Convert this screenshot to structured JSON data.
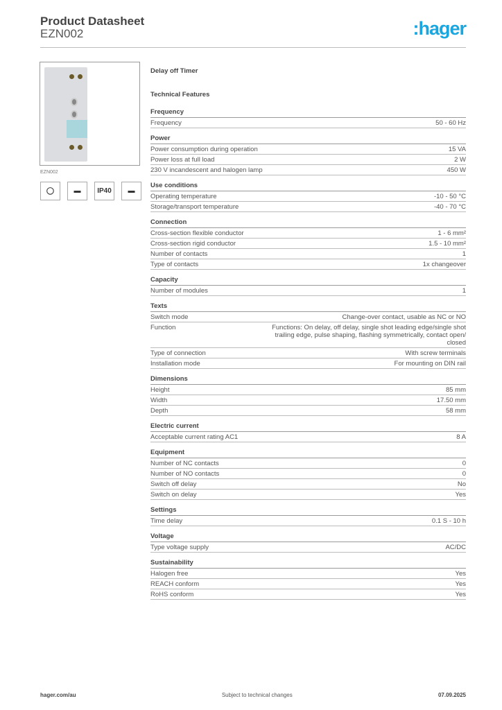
{
  "header": {
    "title": "Product Datasheet",
    "code": "EZN002",
    "logo": ":hager",
    "brand_color": "#1aa6df"
  },
  "image": {
    "caption": "EZN002"
  },
  "badges": [
    {
      "icon": "lamp-icon"
    },
    {
      "icon": "screw-terminal-icon"
    },
    {
      "label": "IP40"
    },
    {
      "icon": "din-rail-icon"
    }
  ],
  "product_name": "Delay off Timer",
  "features_title": "Technical Features",
  "sections": [
    {
      "title": "Frequency",
      "rows": [
        [
          "Frequency",
          "50 - 60 Hz"
        ]
      ]
    },
    {
      "title": "Power",
      "rows": [
        [
          "Power consumption during operation",
          "15 VA"
        ],
        [
          "Power loss at full load",
          "2 W"
        ],
        [
          "230 V incandescent and halogen lamp",
          "450 W"
        ]
      ]
    },
    {
      "title": "Use conditions",
      "rows": [
        [
          "Operating temperature",
          "-10 - 50 °C"
        ],
        [
          "Storage/transport temperature",
          "-40 - 70 °C"
        ]
      ]
    },
    {
      "title": "Connection",
      "rows": [
        [
          "Cross-section flexible conductor",
          "1 - 6 mm²"
        ],
        [
          "Cross-section rigid conductor",
          "1.5 - 10 mm²"
        ],
        [
          "Number of contacts",
          "1"
        ],
        [
          "Type of contacts",
          "1x changeover"
        ]
      ]
    },
    {
      "title": "Capacity",
      "rows": [
        [
          "Number of modules",
          "1"
        ]
      ]
    },
    {
      "title": "Texts",
      "rows": [
        [
          "Switch mode",
          "Change-over contact, usable as NC or NO"
        ],
        [
          "Function",
          "Functions: On delay, off delay, single shot leading edge/single shot trailing edge, pulse shaping, flashing symmetrically, contact open/ closed"
        ],
        [
          "Type of connection",
          "With screw terminals"
        ],
        [
          "Installation mode",
          "For mounting on DIN rail"
        ]
      ]
    },
    {
      "title": "Dimensions",
      "rows": [
        [
          "Height",
          "85 mm"
        ],
        [
          "Width",
          "17.50 mm"
        ],
        [
          "Depth",
          "58 mm"
        ]
      ]
    },
    {
      "title": "Electric current",
      "rows": [
        [
          "Acceptable current rating AC1",
          "8 A"
        ]
      ]
    },
    {
      "title": "Equipment",
      "rows": [
        [
          "Number of NC contacts",
          "0"
        ],
        [
          "Number of NO contacts",
          "0"
        ],
        [
          "Switch off delay",
          "No"
        ],
        [
          "Switch on delay",
          "Yes"
        ]
      ]
    },
    {
      "title": "Settings",
      "rows": [
        [
          "Time delay",
          "0.1 S - 10 h"
        ]
      ]
    },
    {
      "title": "Voltage",
      "rows": [
        [
          "Type voltage supply",
          "AC/DC"
        ]
      ]
    },
    {
      "title": "Sustainability",
      "rows": [
        [
          "Halogen free",
          "Yes"
        ],
        [
          "REACH conform",
          "Yes"
        ],
        [
          "RoHS conform",
          "Yes"
        ]
      ]
    }
  ],
  "footer": {
    "website": "hager.com/au",
    "notice": "Subject to technical changes",
    "date": "07.09.2025"
  }
}
